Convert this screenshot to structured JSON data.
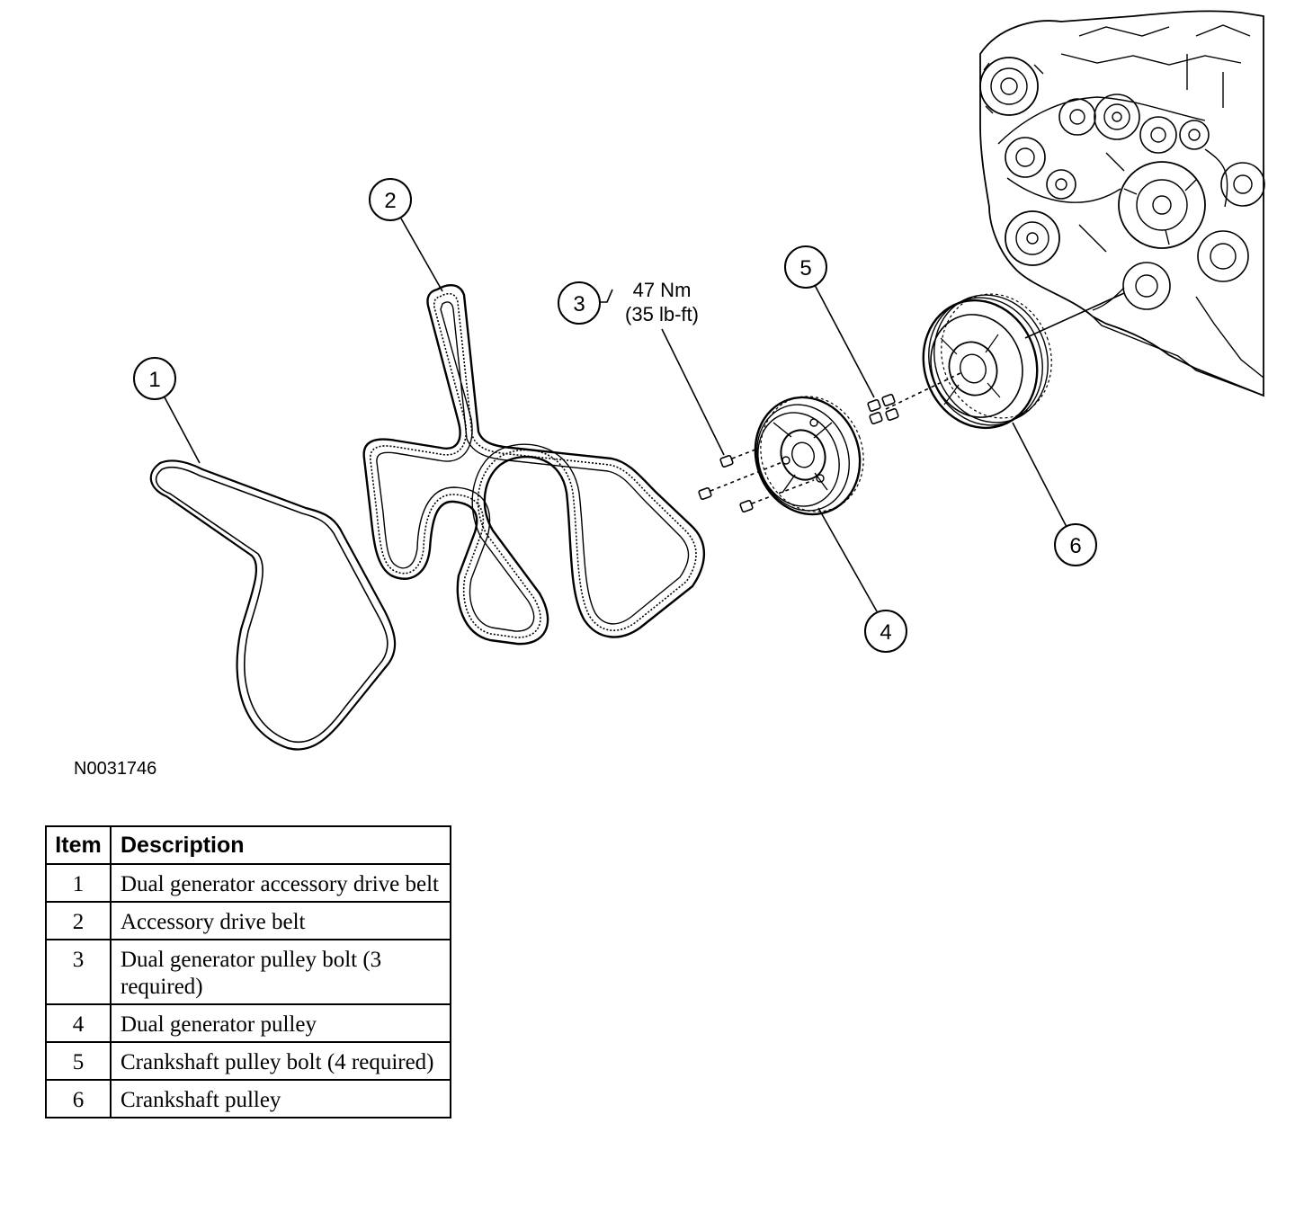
{
  "figure_id": "N0031746",
  "callouts": [
    "1",
    "2",
    "3",
    "4",
    "5",
    "6"
  ],
  "torque": {
    "metric": "47 Nm",
    "imperial": "(35 lb-ft)"
  },
  "table": {
    "headers": [
      "Item",
      "Description"
    ],
    "rows": [
      {
        "item": "1",
        "description": "Dual generator accessory drive belt"
      },
      {
        "item": "2",
        "description": "Accessory drive belt"
      },
      {
        "item": "3",
        "description": "Dual generator pulley bolt (3 required)"
      },
      {
        "item": "4",
        "description": "Dual generator pulley"
      },
      {
        "item": "5",
        "description": "Crankshaft pulley bolt (4 required)"
      },
      {
        "item": "6",
        "description": "Crankshaft pulley"
      }
    ]
  }
}
